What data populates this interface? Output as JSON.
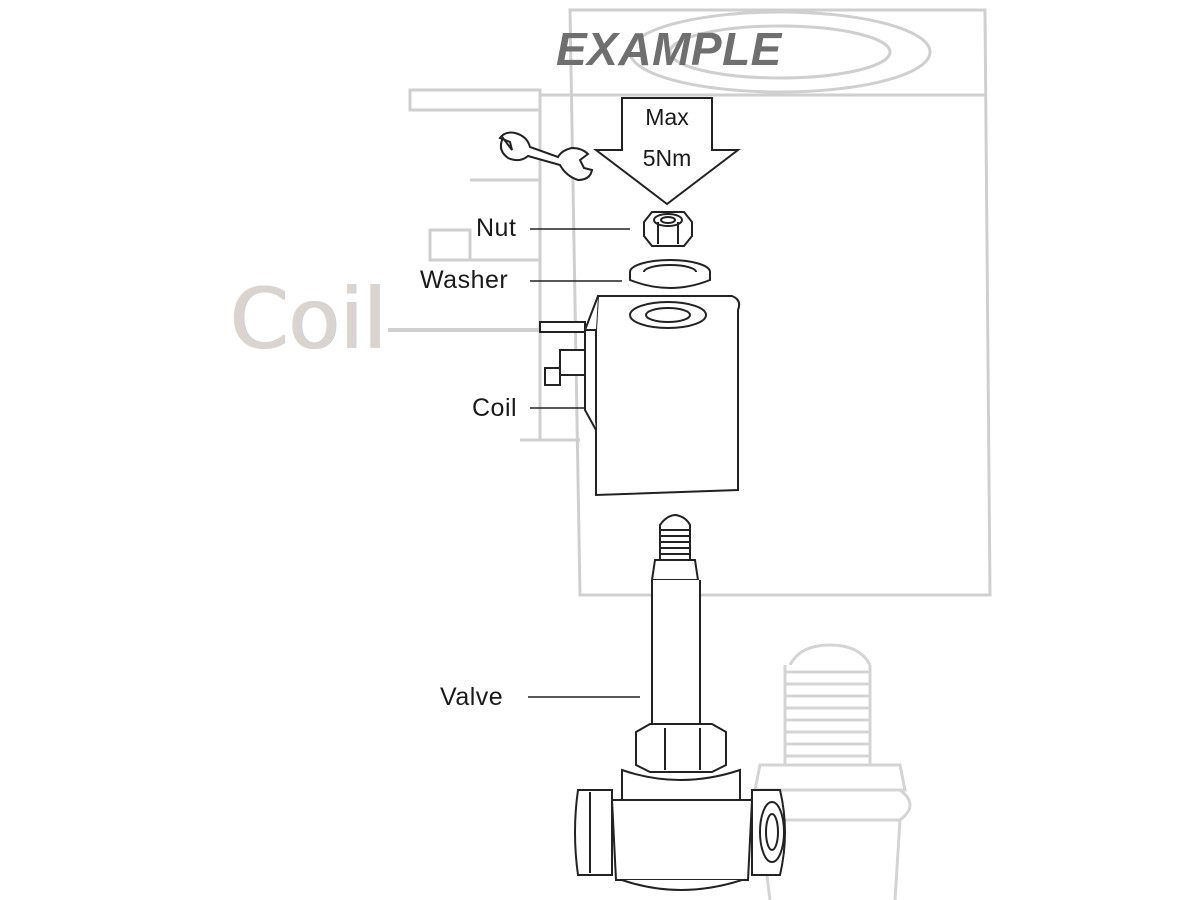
{
  "watermark": "EXAMPLE",
  "background_label": "Coil",
  "torque": {
    "line1": "Max",
    "line2": "5Nm"
  },
  "labels": {
    "nut": "Nut",
    "washer": "Washer",
    "coil": "Coil",
    "valve": "Valve"
  },
  "colors": {
    "line": "#222222",
    "ghost": "#cfcfcf",
    "watermark": "#6f6f6f"
  },
  "icons": [
    "wrench-icon",
    "down-arrow-icon"
  ]
}
